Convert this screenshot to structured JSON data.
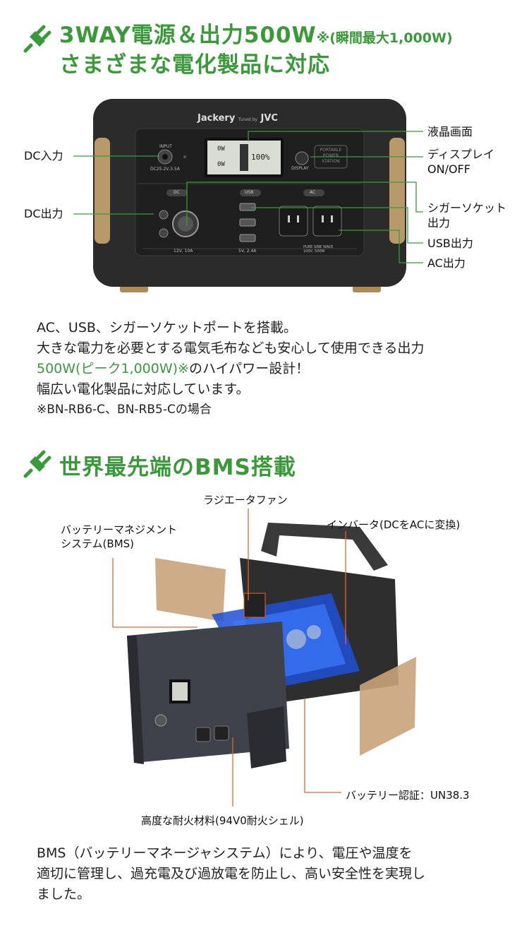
{
  "section1": {
    "heading_line1_main": "3WAY電源＆出力500W",
    "heading_line1_note": "※(瞬間最大1,000W)",
    "heading_line2": "さまざまな電化製品に対応",
    "device": {
      "brand": "Jackery",
      "tuned_by": "Tuned by",
      "partner": "JVC",
      "input_label": "INPUT",
      "input_spec": "DC25.2V,3.5A",
      "display_label": "DISPLAY",
      "badge_line1": "PORTABLE",
      "badge_line2": "POWER",
      "badge_line3": "STATION",
      "lcd_in": "0W",
      "lcd_out": "0W",
      "lcd_pct": "100%",
      "port_dc": "DC",
      "port_usb": "USB",
      "port_ac": "AC",
      "spec_dc": "12V, 10A",
      "spec_usb": "5V, 2.4A",
      "spec_ac_1": "PURE SINE WAVE",
      "spec_ac_2": "100V, 500W"
    },
    "labels": {
      "dc_in": "DC入力",
      "dc_out": "DC出力",
      "lcd": "液晶画面",
      "display_onoff_1": "ディスプレイ",
      "display_onoff_2": "ON/OFF",
      "cigar_1": "シガーソケット",
      "cigar_2": "出力",
      "usb": "USB出力",
      "ac": "AC出力"
    },
    "para_line1": "AC、USB、シガーソケットポートを搭載。",
    "para_line2": "大きな電力を必要とする電気毛布なども安心して使用できる出力",
    "para_line3_green": "500W(ピーク1,000W)※",
    "para_line3_rest": "のハイパワー設計！",
    "para_line4": "幅広い電化製品に対応しています。",
    "para_note": "※BN-RB6-C、BN-RB5-Cの場合"
  },
  "section2": {
    "heading": "世界最先端のBMS搭載",
    "labels": {
      "fan": "ラジエータファン",
      "bms_1": "バッテリーマネジメント",
      "bms_2": "システム(BMS)",
      "inverter": "インバータ(DCをACに変換)",
      "battery_cert": "バッテリー認証：UN38.3",
      "shell": "高度な耐火材料(94V0耐火シェル)"
    },
    "para_line1": "BMS（バッテリーマネージャシステム）により、電圧や温度を",
    "para_line2": "適切に管理し、過充電及び過放電を防止し、高い安全性を実現し",
    "para_line3": "ました。"
  },
  "colors": {
    "accent_green": "#3a9a3a",
    "leader_line_green": "#3a9a3a",
    "leader_line_orange": "#e8642c",
    "device_body": "#2b2b2b",
    "device_tan": "#b89a6a"
  },
  "icons": [
    "plug-icon"
  ]
}
